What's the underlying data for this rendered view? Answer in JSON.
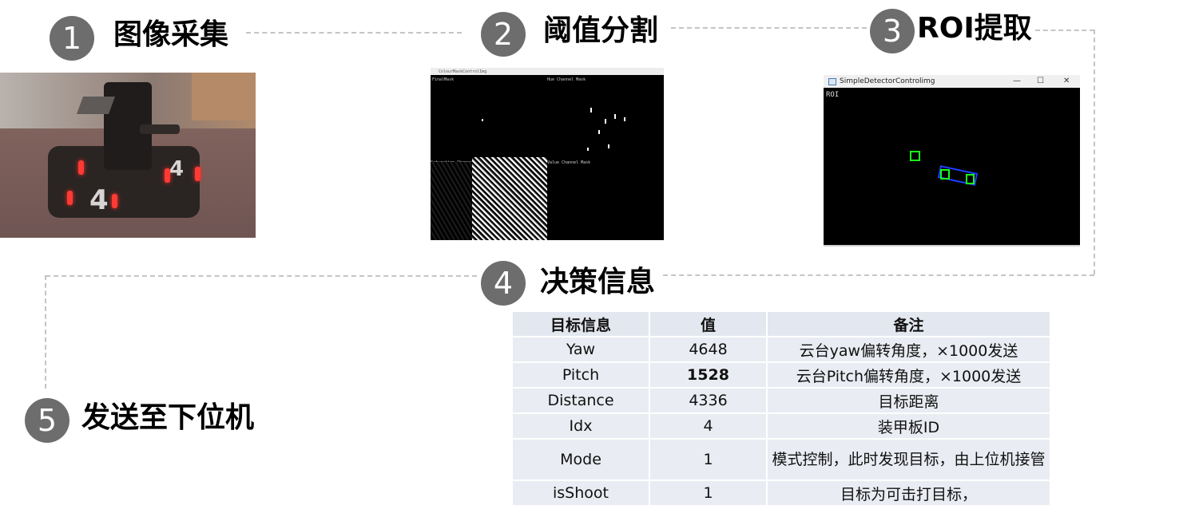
{
  "steps": [
    {
      "number": "1",
      "title": "图像采集"
    },
    {
      "number": "2",
      "title": "阈值分割"
    },
    {
      "number": "3",
      "title": "ROI提取"
    },
    {
      "number": "4",
      "title": "决策信息"
    },
    {
      "number": "5",
      "title": "发送至下位机"
    }
  ],
  "photo": {
    "robot_number": "4"
  },
  "threshold_window": {
    "title": "ColourMaskControlImg",
    "labels": {
      "top_left": "FinalMask",
      "top_right": "Hue Channel Mask",
      "bottom_left": "Saturation Channel Mask",
      "bottom_right": "Value Channel Mask"
    }
  },
  "roi_window": {
    "title": "SimpleDetectorControlimg",
    "label": "ROI",
    "controls": {
      "minimize": "—",
      "maximize": "☐",
      "close": "✕"
    },
    "colors": {
      "box": "#1aff1a",
      "armor": "#1f3fff"
    }
  },
  "table": {
    "headers": [
      "目标信息",
      "值",
      "备注"
    ],
    "rows": [
      {
        "name": "Yaw",
        "value": "4648",
        "note": "云台yaw偏转角度，×1000发送"
      },
      {
        "name": "Pitch",
        "value": "1528",
        "note": "云台Pitch偏转角度，×1000发送"
      },
      {
        "name": "Distance",
        "value": "4336",
        "note": "目标距离"
      },
      {
        "name": "Idx",
        "value": "4",
        "note": "装甲板ID"
      },
      {
        "name": "Mode",
        "value": "1",
        "note": "模式控制，此时发现目标，由上位机接管"
      },
      {
        "name": "isShoot",
        "value": "1",
        "note": "目标为可击打目标，"
      }
    ]
  },
  "colors": {
    "circle": "#6d6d6d",
    "dash": "#c4c4c4",
    "table_cell": "#e9ecf2"
  }
}
